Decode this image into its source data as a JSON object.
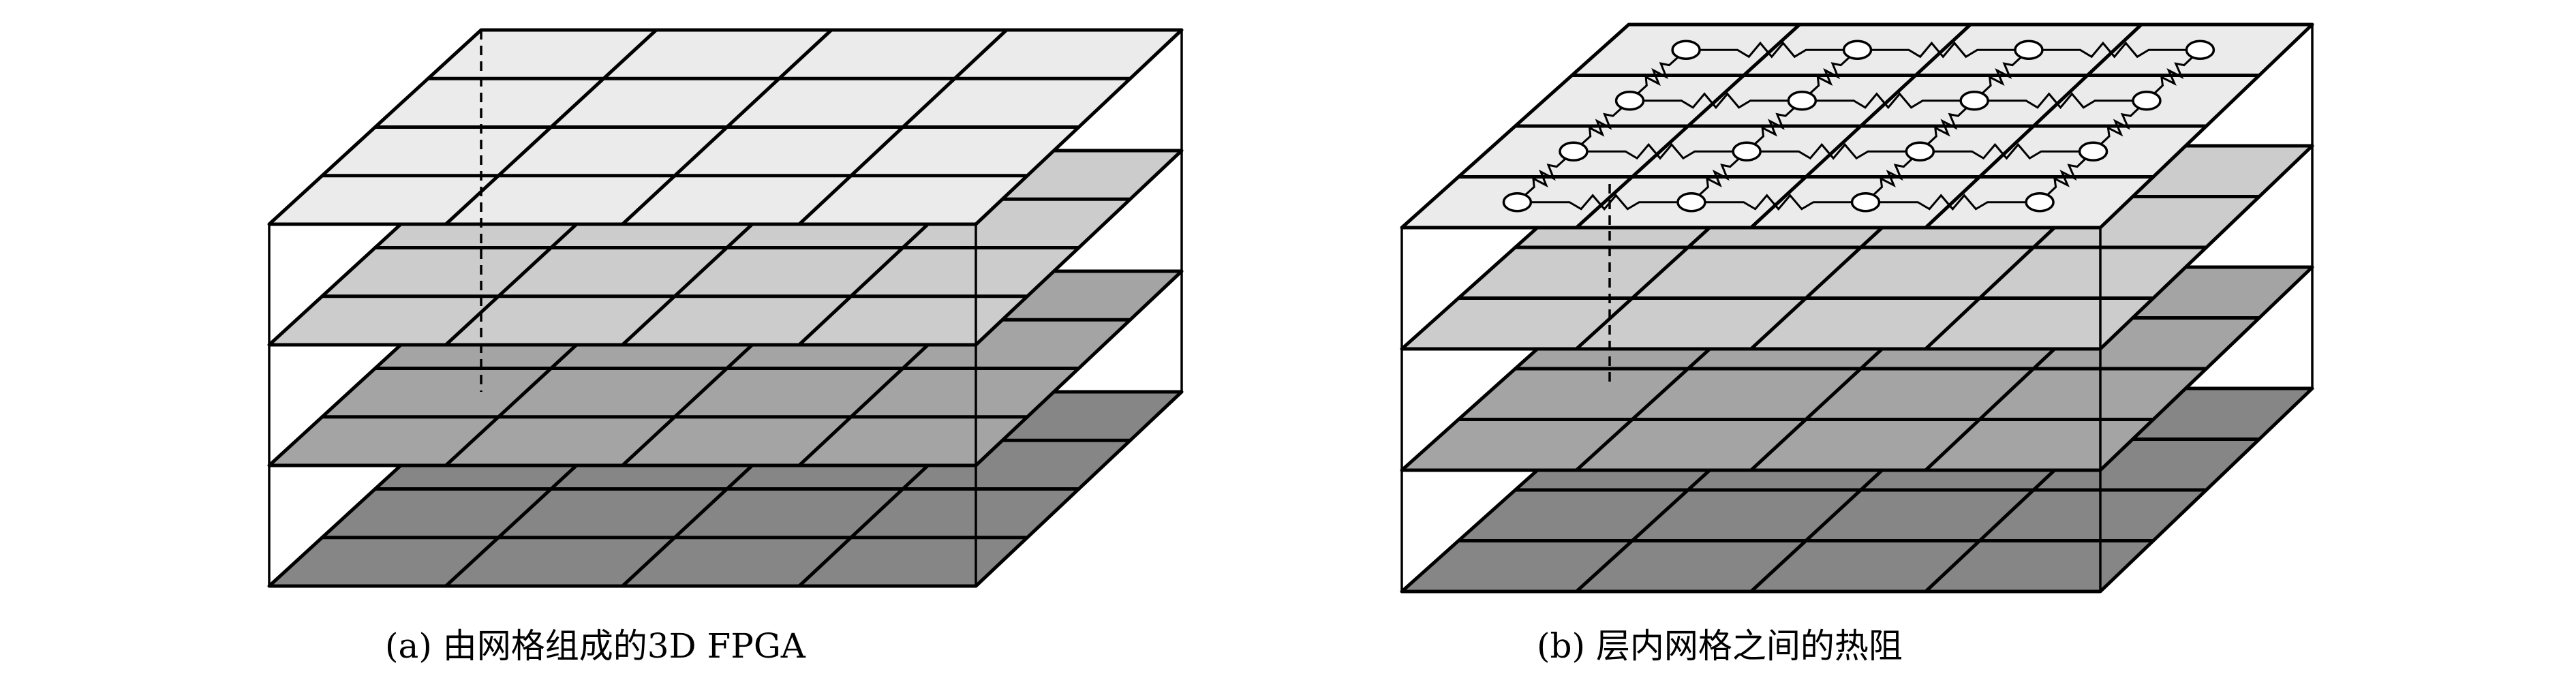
{
  "figure": {
    "left_caption": "(a) 由网格组成的3D FPGA",
    "right_caption": "(b) 层内网格之间的热阻",
    "colors": {
      "top_layer": "#ebebeb",
      "layer_2": "#cccccc",
      "layer_3": "#a4a4a4",
      "bottom_layer": "#868686",
      "line": "#000000"
    },
    "layers_per_stack": 4,
    "grid_rows": 4,
    "grid_cols": 4
  }
}
